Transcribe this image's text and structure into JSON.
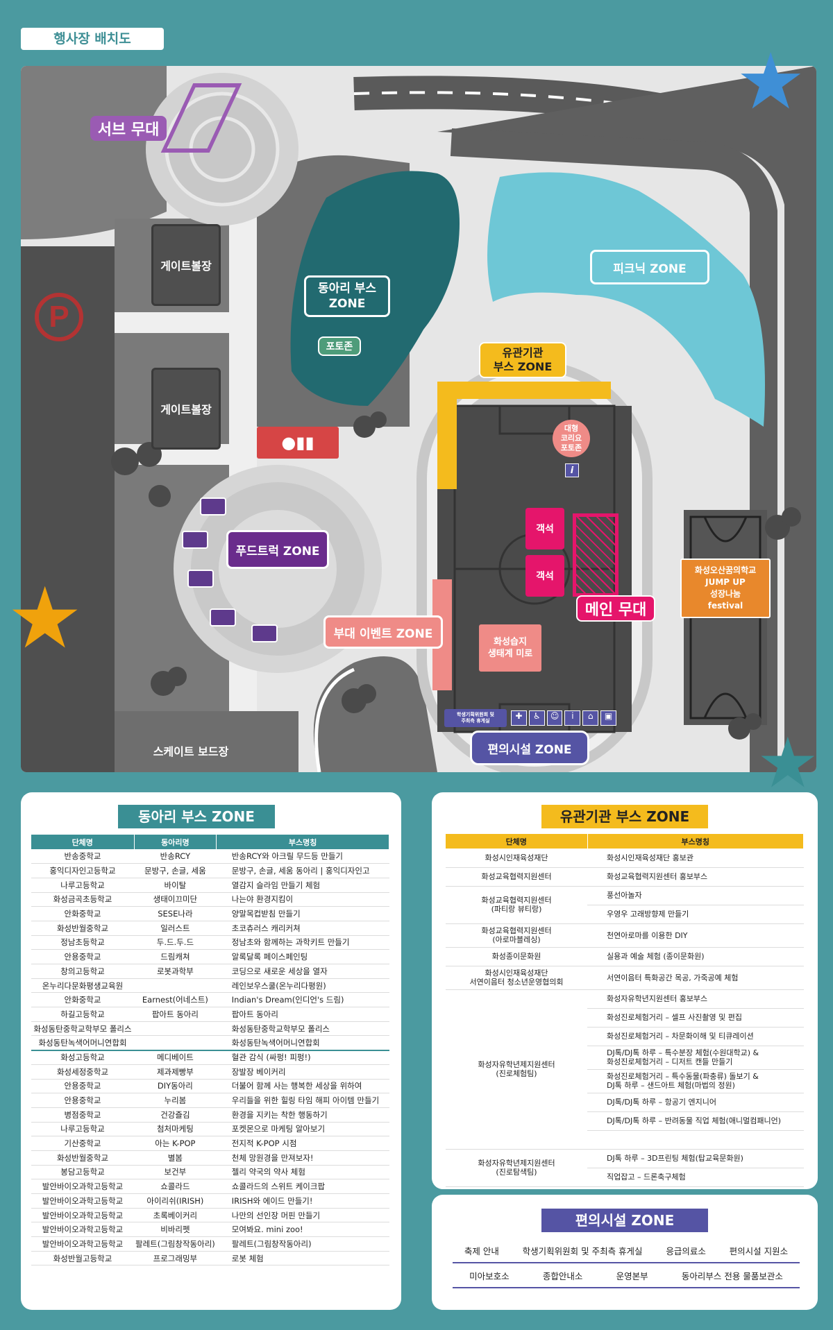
{
  "header": {
    "title": "행사장 배치도"
  },
  "map": {
    "labels": {
      "sub_stage": "서브 무대",
      "gate_ball_1": "게이트볼장",
      "gate_ball_2": "게이트볼장",
      "club_zone": "동아리 부스\nZONE",
      "photo_zone": "포토존",
      "picnic_zone": "피크닉 ZONE",
      "org_zone": "유관기관\n부스 ZONE",
      "corrillo": "대형\n코리요\n포토존",
      "seat_1": "객석",
      "seat_2": "객석",
      "main_stage": "메인 무대",
      "food_truck_zone": "푸드트럭 ZONE",
      "side_event_zone": "부대 이벤트 ZONE",
      "wetland": "화성습지\n생태계 미로",
      "convenience_zone": "편의시설 ZONE",
      "student_lounge": "학생기획위원회 및\n주최측 휴게실",
      "skate_park": "스케이트 보드장",
      "jump_up": "화성오산꿈의학교\nJUMP UP\n성장나눔\nfestival",
      "parking": "P",
      "info": "i"
    }
  },
  "club_zone": {
    "title": "동아리 부스 ZONE",
    "headers": [
      "단체명",
      "동아리명",
      "부스명칭"
    ],
    "rows": [
      [
        "반송중학교",
        "반송RCY",
        "반송RCY와 아크릴 무드등 만들기"
      ],
      [
        "홍익디자인고등학교",
        "문방구, 손글, 세움",
        "문방구, 손글, 세움 동아리 | 홍익디자인고"
      ],
      [
        "나루고등학교",
        "바이탈",
        "열감지 슬라임 만들기 체험"
      ],
      [
        "화성금곡초등학교",
        "생태이끄미단",
        "나는야 환경지킴이"
      ],
      [
        "안화중학교",
        "SESE나라",
        "양말목컵받침 만들기"
      ],
      [
        "화성반월중학교",
        "일러스트",
        "초코츄러스 캐리커쳐"
      ],
      [
        "정남초등학교",
        "두.드.두.드",
        "정남초와 함께하는 과학키트 만들기"
      ],
      [
        "안용중학교",
        "드림캐쳐",
        "알록달록 페이스페인팅"
      ],
      [
        "창의고등학교",
        "로봇과학부",
        "코딩으로 새로운 세상을 열자"
      ],
      [
        "온누리다문화평생교육원",
        "",
        "레인보우스쿨(온누리다평원)"
      ],
      [
        "안화중학교",
        "Earnest(어네스트)",
        "Indian's Dream(인디언's 드림)"
      ],
      [
        "하길고등학교",
        "팝아트 동아리",
        "팝아트 동아리"
      ],
      [
        "화성동탄중학교학부모 폴리스",
        "",
        "화성동탄중학교학부모 폴리스"
      ],
      [
        "화성동탄녹색어머니연합회",
        "",
        "화성동탄녹색어머니연합회"
      ],
      [
        "화성고등학교",
        "메디베이트",
        "혈관 감식 (싸펑! 피펑!)"
      ],
      [
        "화성세정중학교",
        "제과제빵부",
        "장발장 베이커리"
      ],
      [
        "안용중학교",
        "DIY동아리",
        "더불어 함께 사는 행복한 세상을 위하여"
      ],
      [
        "안용중학교",
        "누리봄",
        "우리들을 위한 힐링 타임 해피 아이템 만들기"
      ],
      [
        "병점중학교",
        "건강즐김",
        "환경을 지키는 착한 행동하기"
      ],
      [
        "나루고등학교",
        "첨처마케팅",
        "포켓몬으로 마케팅 알아보기"
      ],
      [
        "기산중학교",
        "아는 K-POP",
        "전지적 K-POP 시점"
      ],
      [
        "화성반월중학교",
        "별봄",
        "천체 망원경을 만져보자!"
      ],
      [
        "봉담고등학교",
        "보건부",
        "젤리 약국의 약사 체험"
      ],
      [
        "발안바이오과학고등학교",
        "쇼콜라드",
        "쇼콜라드의 스위트 케이크팝"
      ],
      [
        "발안바이오과학고등학교",
        "아이리쉬(IRISH)",
        "IRISH와 에이드 만들기!"
      ],
      [
        "발안바이오과학고등학교",
        "초록베이커리",
        "나만의 선인장 머핀 만들기"
      ],
      [
        "발안바이오과학고등학교",
        "비바리펫",
        "모여봐요. mini zoo!"
      ],
      [
        "발안바이오과학고등학교",
        "팔레트(그림창작동아리)",
        "팔레트(그림창작동아리)"
      ],
      [
        "화성반월고등학교",
        "프로그래밍부",
        "로봇 체험"
      ]
    ]
  },
  "org_zone": {
    "title": "유관기관 부스 ZONE",
    "headers": [
      "단체명",
      "부스명칭"
    ],
    "rows": [
      {
        "org": "화성시인재육성재단",
        "org_span": 1,
        "booth": "화성시인재육성재단 홍보관"
      },
      {
        "org": "화성교육협력지원센터",
        "org_span": 1,
        "booth": "화성교육협력지원센터 홍보부스"
      },
      {
        "org": "화성교육협력지원센터\n(파티랑 뷰티랑)",
        "org_span": 2,
        "booth": "풍선아놀자"
      },
      {
        "booth": "우영우 고래방향제 만들기"
      },
      {
        "org": "화성교육협력지원센터\n(아로마블레싱)",
        "org_span": 1,
        "booth": "천연아로마를 이용한 DIY"
      },
      {
        "org": "화성종이문화원",
        "org_span": 1,
        "booth": "실용과 예술 체험 (종이문화원)"
      },
      {
        "org": "화성시인재육성재단\n서연이음터 청소년운영협의회",
        "org_span": 1,
        "booth": "서연이음터 특화공간 목공, 가죽공예 체험"
      },
      {
        "org": "화성자유학년제지원센터\n(진로체험팀)",
        "org_span": 8,
        "booth": "화성자유학년지원센터 홍보부스"
      },
      {
        "booth": "화성진로체험거리 – 셀프 사진촬영 및 편집"
      },
      {
        "booth": "화성진로체험거리 – 차문화이해 및 티큐레이션"
      },
      {
        "booth": "DJ톡/DJ톡 하루 – 특수분장 체험(수원대학교) &\n화성진로체험거리 – 디저트 캔들 만들기"
      },
      {
        "booth": "화성진로체험거리 – 특수동물(파충류) 돌보기 &\nDJ톡 하루 – 샌드아트 체험(마법의 정원)"
      },
      {
        "booth": "DJ톡/DJ톡 하루 – 항공기 엔지니어"
      },
      {
        "booth": "DJ톡/DJ톡 하루 – 반려동물 직업 체험(애니멀컴패니언)"
      },
      {
        "booth": ""
      },
      {
        "org": "화성자유학년제지원센터\n(진로탐색팀)",
        "org_span": 2,
        "booth": "DJ톡 하루 – 3D프린팅 체험(탑교육문화원)"
      },
      {
        "booth": "직업잡고 – 드론축구체험"
      }
    ]
  },
  "facility_zone": {
    "title": "편의시설 ZONE",
    "row1": [
      "축제 안내",
      "학생기획위원회 및 주최측 휴게실",
      "응급의료소",
      "편의시설 지원소"
    ],
    "row2": [
      "미아보호소",
      "종합안내소",
      "운영본부",
      "동아리부스 전용 물품보관소"
    ]
  },
  "colors": {
    "teal": "#3a8f94",
    "yellow": "#f4bb1d",
    "indigo": "#5554a4",
    "pink": "#e5156b",
    "purple": "#6a2c8c",
    "salmon": "#ef8b87"
  }
}
